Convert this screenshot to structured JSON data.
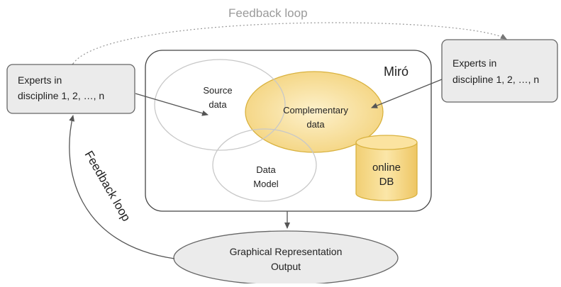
{
  "feedback_top": {
    "label": "Feedback loop"
  },
  "feedback_left": {
    "label": "Feedback loop"
  },
  "experts_left": {
    "lines": [
      "Experts in",
      "discipline 1, 2, …, n"
    ]
  },
  "experts_right": {
    "lines": [
      "Experts in",
      "discipline 1, 2, …, n"
    ]
  },
  "miro": {
    "label": "Miró"
  },
  "source_data": {
    "lines": [
      "Source",
      "data"
    ]
  },
  "complementary_data": {
    "lines": [
      "Complementary",
      "data"
    ]
  },
  "data_model": {
    "lines": [
      "Data",
      "Model"
    ]
  },
  "online_db": {
    "lines": [
      "online",
      "DB"
    ]
  },
  "output": {
    "lines": [
      "Graphical Representation",
      "Output"
    ]
  },
  "colors": {
    "box_fill": "#ebebeb",
    "box_stroke": "#666666",
    "gold_fill": "#f6dc93",
    "gold_stroke": "#d9b23f",
    "light_stroke": "#c8c8c8",
    "line": "#555555",
    "faint_text": "#9a9a9a"
  }
}
